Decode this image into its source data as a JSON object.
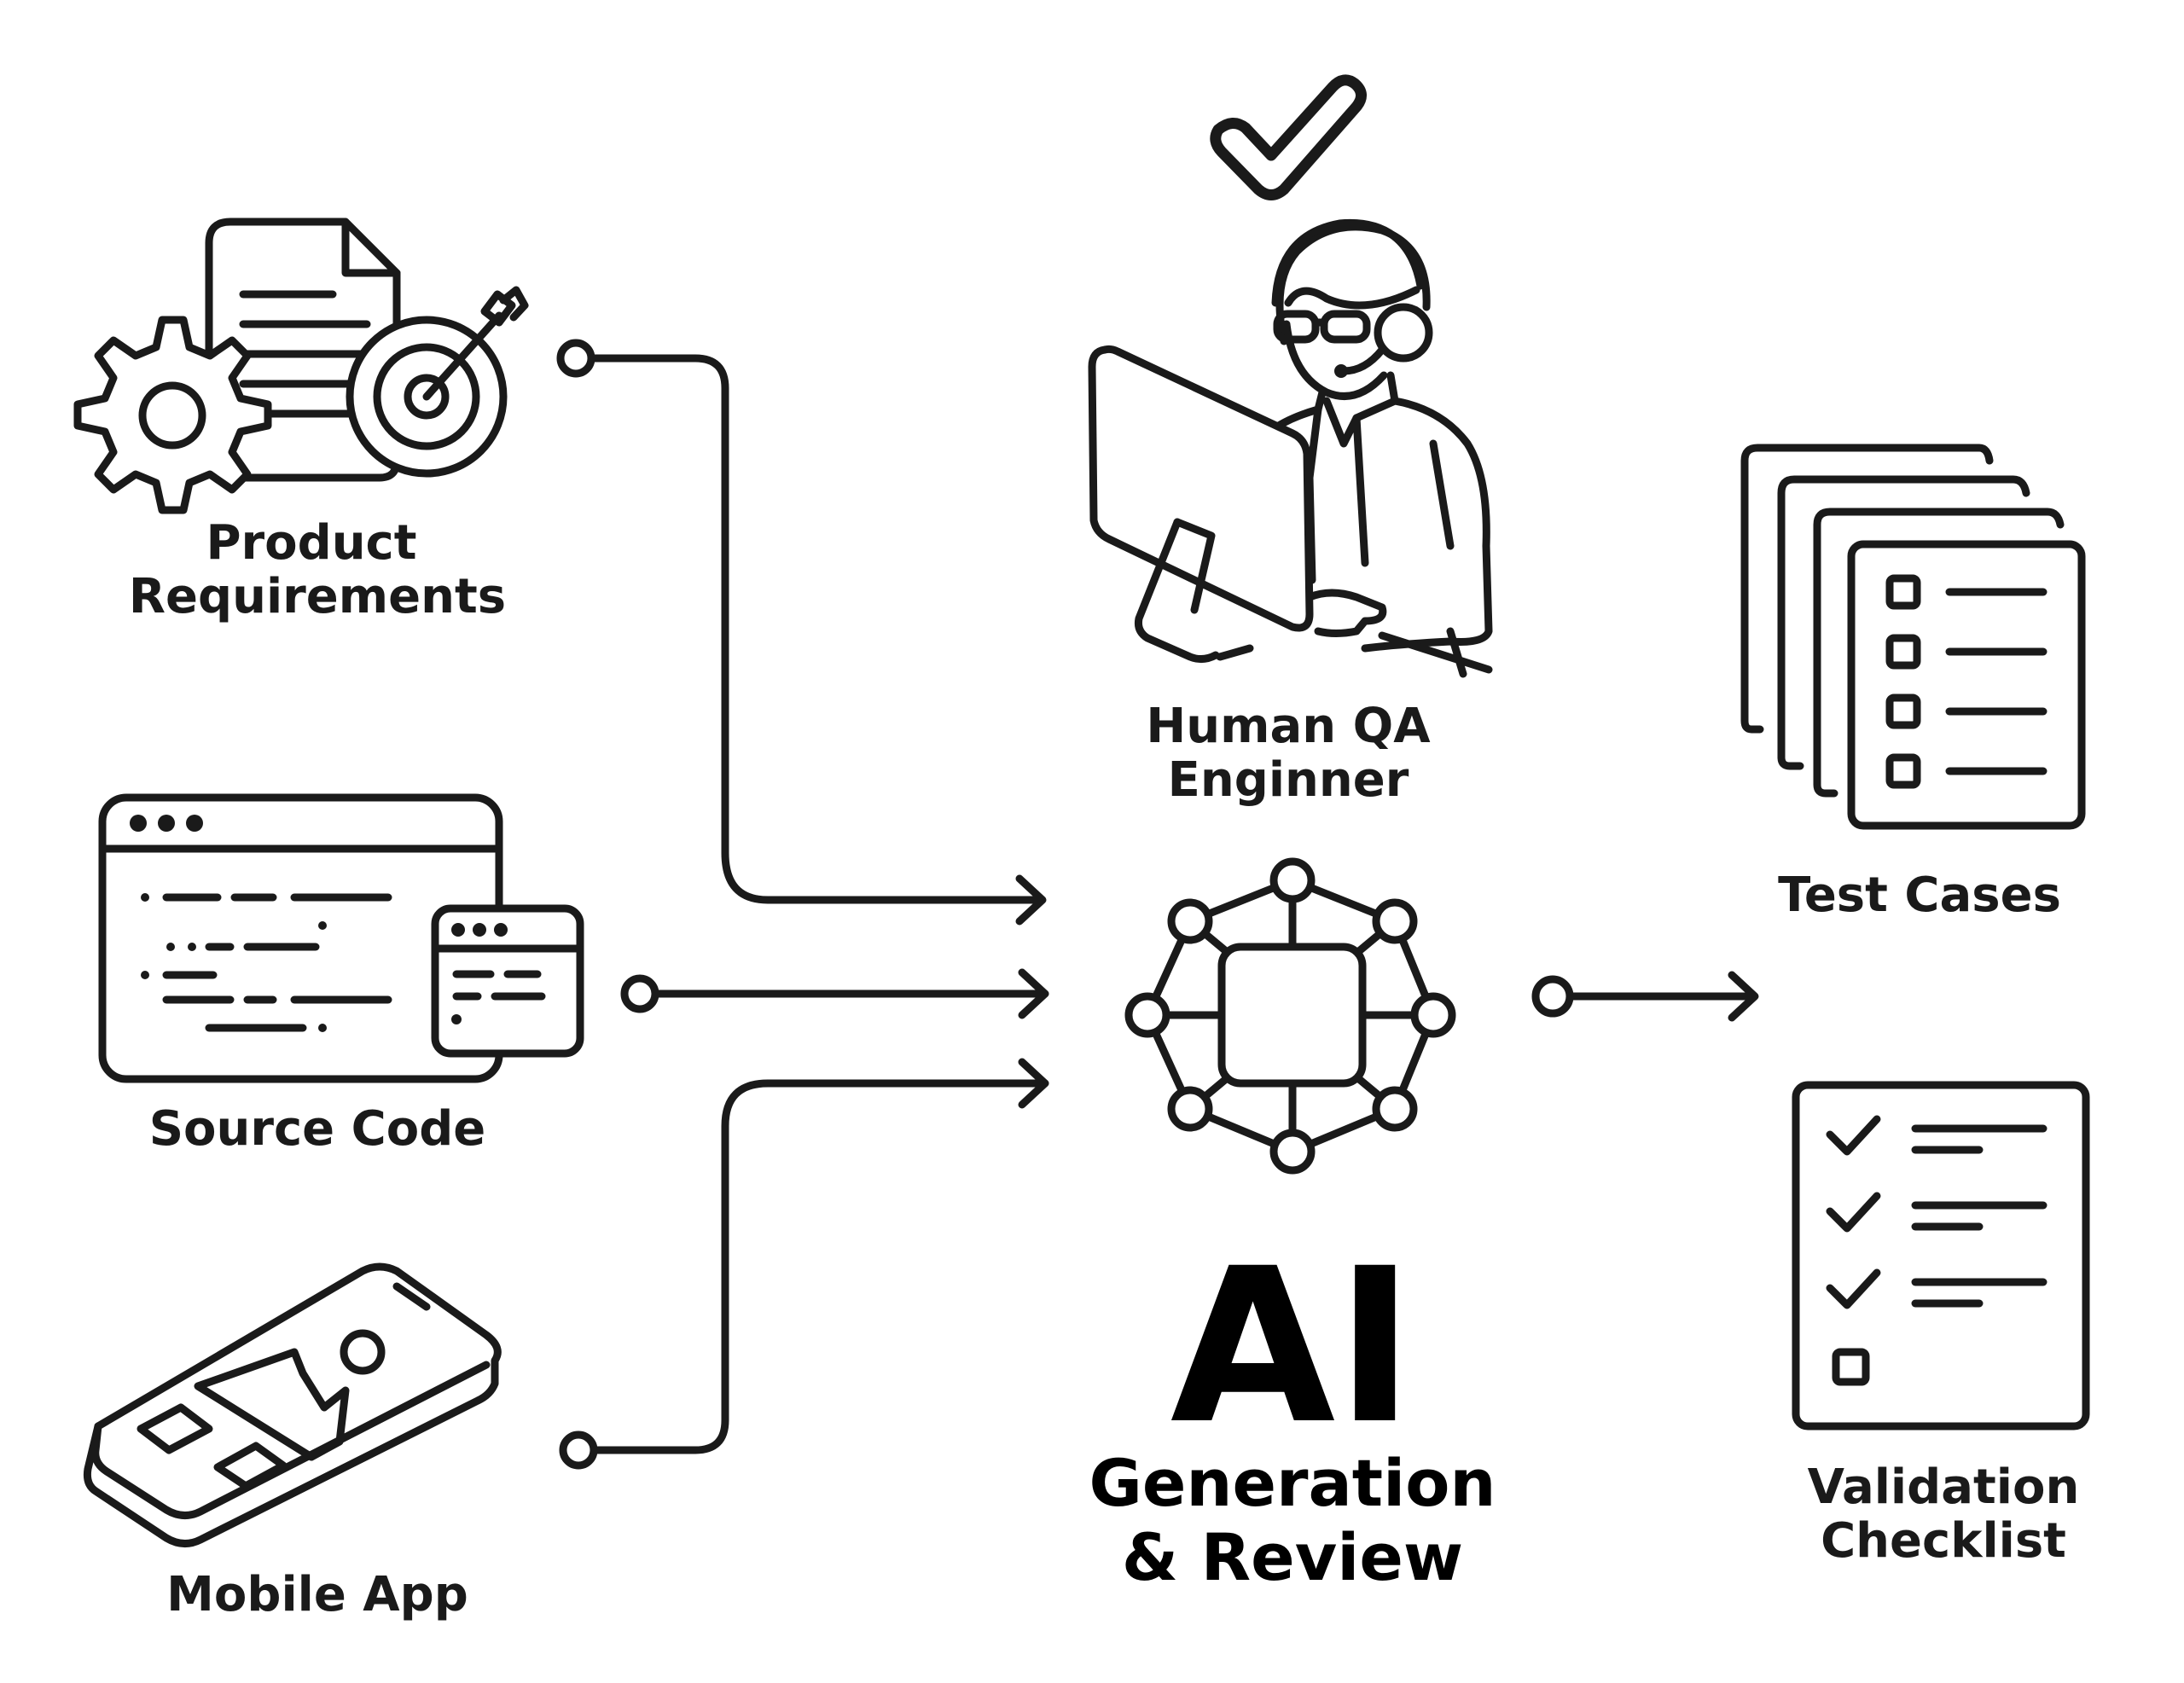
{
  "inputs": {
    "product_requirements": [
      "Product",
      "Requirements"
    ],
    "source_code": "Source Code",
    "mobile_app": "Mobile App"
  },
  "reviewer": [
    "Human QA",
    "Enginner"
  ],
  "ai": {
    "title": "AI",
    "subtitle": [
      "Generation",
      "& Review"
    ]
  },
  "outputs": {
    "test_cases": "Test Cases",
    "validation_checklist": [
      "Validation",
      "Checklist"
    ]
  },
  "colors": {
    "ink": "#1a1a1a",
    "background": "#ffffff"
  }
}
